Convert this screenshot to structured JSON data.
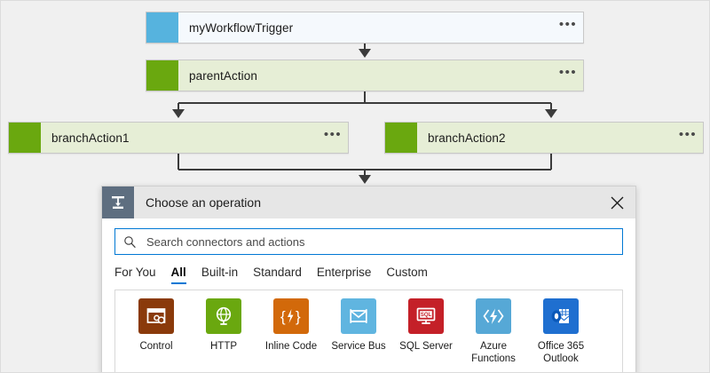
{
  "canvas": {
    "background": "#f0f0f0",
    "nodes": [
      {
        "id": "trigger",
        "label": "myWorkflowTrigger",
        "swatch_color": "#56b3de",
        "menu": "•••"
      },
      {
        "id": "parent",
        "label": "parentAction",
        "swatch_color": "#6aa80f",
        "menu": "•••"
      },
      {
        "id": "branch1",
        "label": "branchAction1",
        "swatch_color": "#6aa80f",
        "menu": "•••"
      },
      {
        "id": "branch2",
        "label": "branchAction2",
        "swatch_color": "#6aa80f",
        "menu": "•••"
      }
    ],
    "edge_color": "#3b3b3b"
  },
  "panel": {
    "title": "Choose an operation",
    "header_icon": "insert-node-icon",
    "close_icon": "close-icon",
    "accent_color": "#0078d4",
    "header_icon_bg": "#5e6e80",
    "search": {
      "icon": "search-icon",
      "placeholder": "Search connectors and actions",
      "value": ""
    },
    "tabs": [
      {
        "label": "For You",
        "active": false
      },
      {
        "label": "All",
        "active": true
      },
      {
        "label": "Built-in",
        "active": false
      },
      {
        "label": "Standard",
        "active": false
      },
      {
        "label": "Enterprise",
        "active": false
      },
      {
        "label": "Custom",
        "active": false
      }
    ],
    "tiles": [
      {
        "label": "Control",
        "icon": "control-icon",
        "color": "#8a3a0b"
      },
      {
        "label": "HTTP",
        "icon": "globe-icon",
        "color": "#6aa80f"
      },
      {
        "label": "Inline Code",
        "icon": "inline-code-icon",
        "color": "#d2690a"
      },
      {
        "label": "Service Bus",
        "icon": "service-bus-icon",
        "color": "#60b5e0"
      },
      {
        "label": "SQL Server",
        "icon": "sql-server-icon",
        "color": "#c42028"
      },
      {
        "label": "Azure\nFunctions",
        "icon": "azure-functions-icon",
        "color": "#56a8d6"
      },
      {
        "label": "Office 365\nOutlook",
        "icon": "outlook-icon",
        "color": "#1f6fd0"
      }
    ]
  }
}
